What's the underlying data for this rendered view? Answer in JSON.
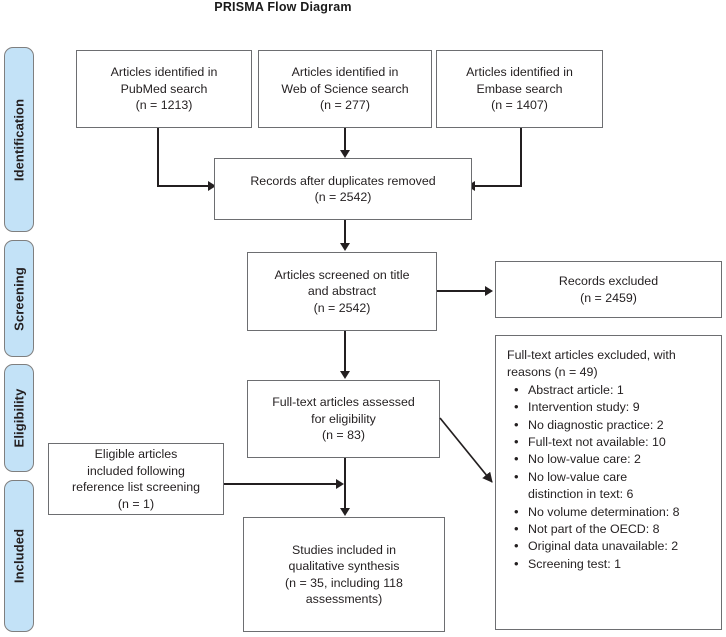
{
  "title": "PRISMA Flow Diagram",
  "stages": [
    {
      "label": "Identification"
    },
    {
      "label": "Screening"
    },
    {
      "label": "Eligibility"
    },
    {
      "label": "Included"
    }
  ],
  "boxes": {
    "pubmed": "Articles identified in\nPubMed search\n(n = 1213)",
    "wos": "Articles identified in\nWeb of Science search\n(n = 277)",
    "embase": "Articles identified in\nEmbase search\n(n = 1407)",
    "duplicates": "Records after duplicates removed\n(n =  2542)",
    "screened": "Articles screened on title\nand abstract\n(n = 2542)",
    "records_excluded": "Records excluded\n(n = 2459)",
    "fulltext_assessed": "Full-text articles assessed\nfor eligibility\n(n = 83)",
    "eligible_reference": "Eligible articles\nincluded following\nreference list screening\n(n = 1)",
    "studies_included": "Studies included in\nqualitative synthesis\n(n = 35, including 118\nassessments)"
  },
  "exclusions": {
    "heading": "Full-text articles excluded, with\nreasons (n = 49)",
    "items": [
      "Abstract article:  1",
      "Intervention study: 9",
      "No diagnostic practice: 2",
      "Full-text not available: 10",
      "No low-value care: 2",
      "No low-value care\ndistinction in text: 6",
      "No volume determination: 8",
      "Not part of the OECD: 8",
      "Original data unavailable: 2",
      "Screening test: 1"
    ]
  },
  "colors": {
    "stage_fill": "#c3e2f7",
    "stage_border": "#7f7f7f",
    "box_border": "#6d6e71",
    "line": "#231f20"
  }
}
